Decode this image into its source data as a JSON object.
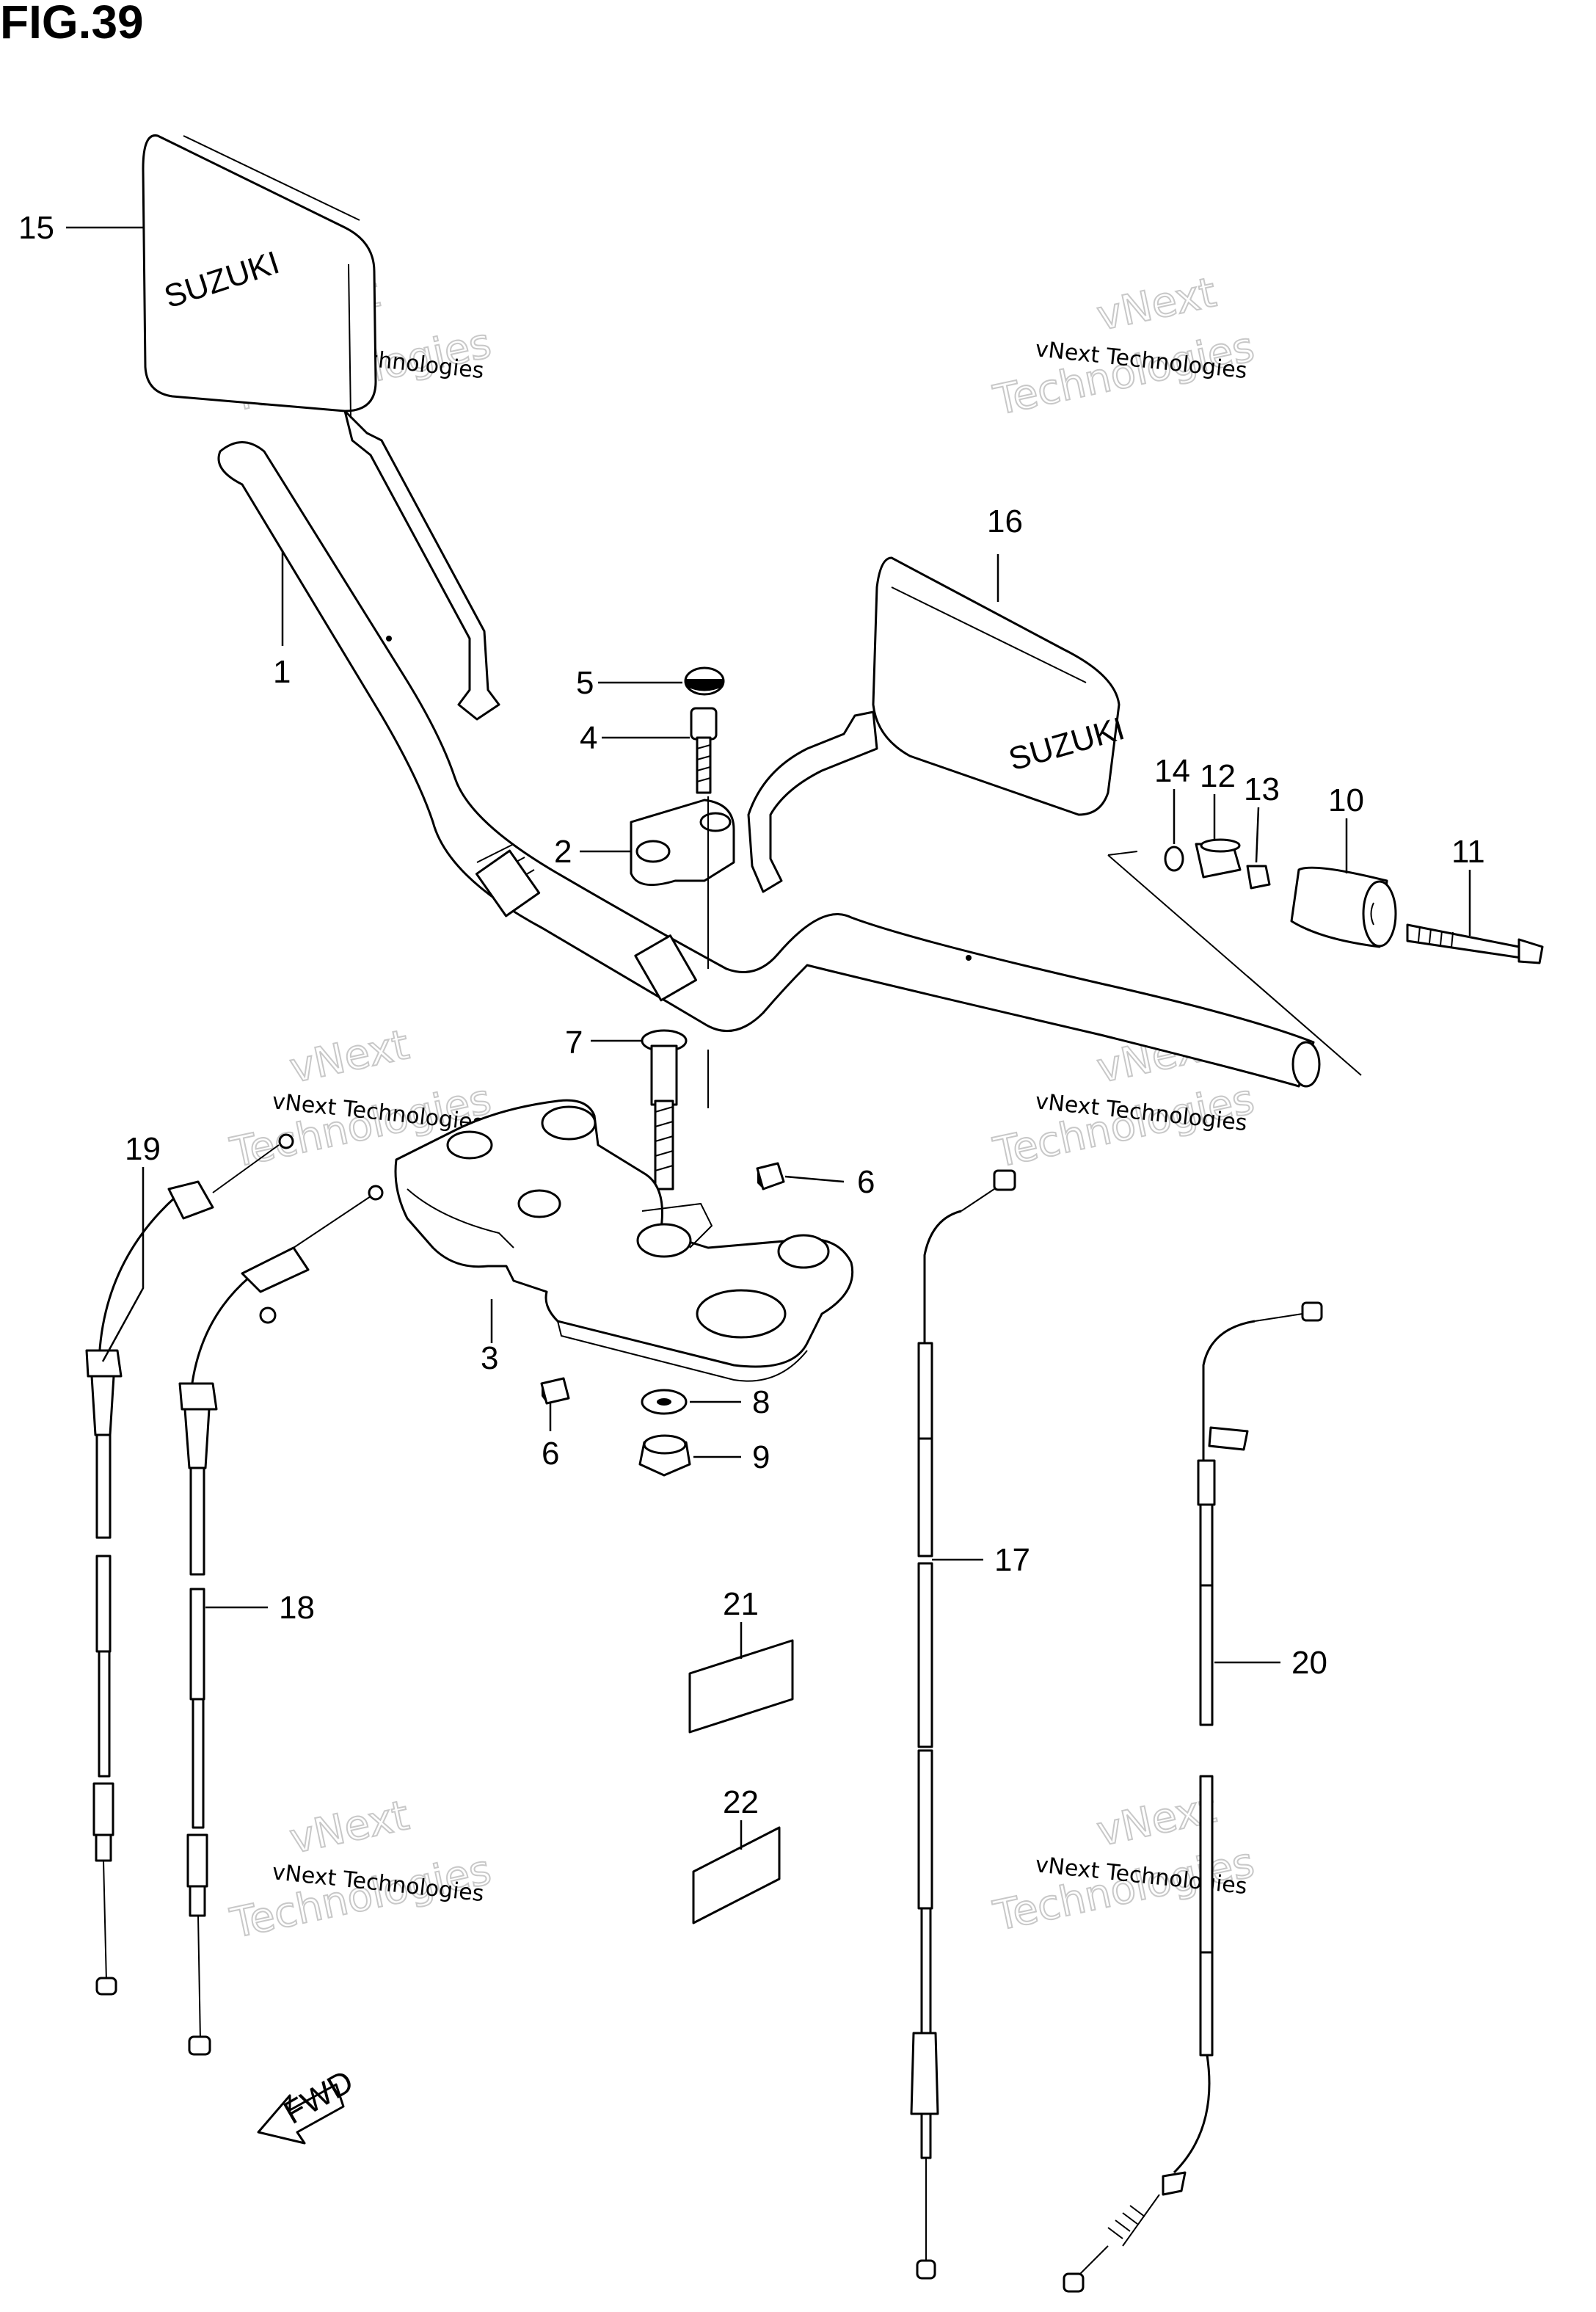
{
  "figure": {
    "title": "FIG.39"
  },
  "brand": {
    "mirror_left": "SUZUKI",
    "mirror_right": "SUZUKI"
  },
  "direction": {
    "label": "FWD"
  },
  "watermark": {
    "line1": "vNext Technologies",
    "line2": "vNext",
    "line3": "Technologies"
  },
  "callouts": {
    "c1": "1",
    "c2": "2",
    "c3": "3",
    "c4": "4",
    "c5": "5",
    "c6a": "6",
    "c6b": "6",
    "c7": "7",
    "c8": "8",
    "c9": "9",
    "c10": "10",
    "c11": "11",
    "c12": "12",
    "c13": "13",
    "c14": "14",
    "c15": "15",
    "c16": "16",
    "c17": "17",
    "c18": "18",
    "c19": "19",
    "c20": "20",
    "c21": "21",
    "c22": "22"
  }
}
